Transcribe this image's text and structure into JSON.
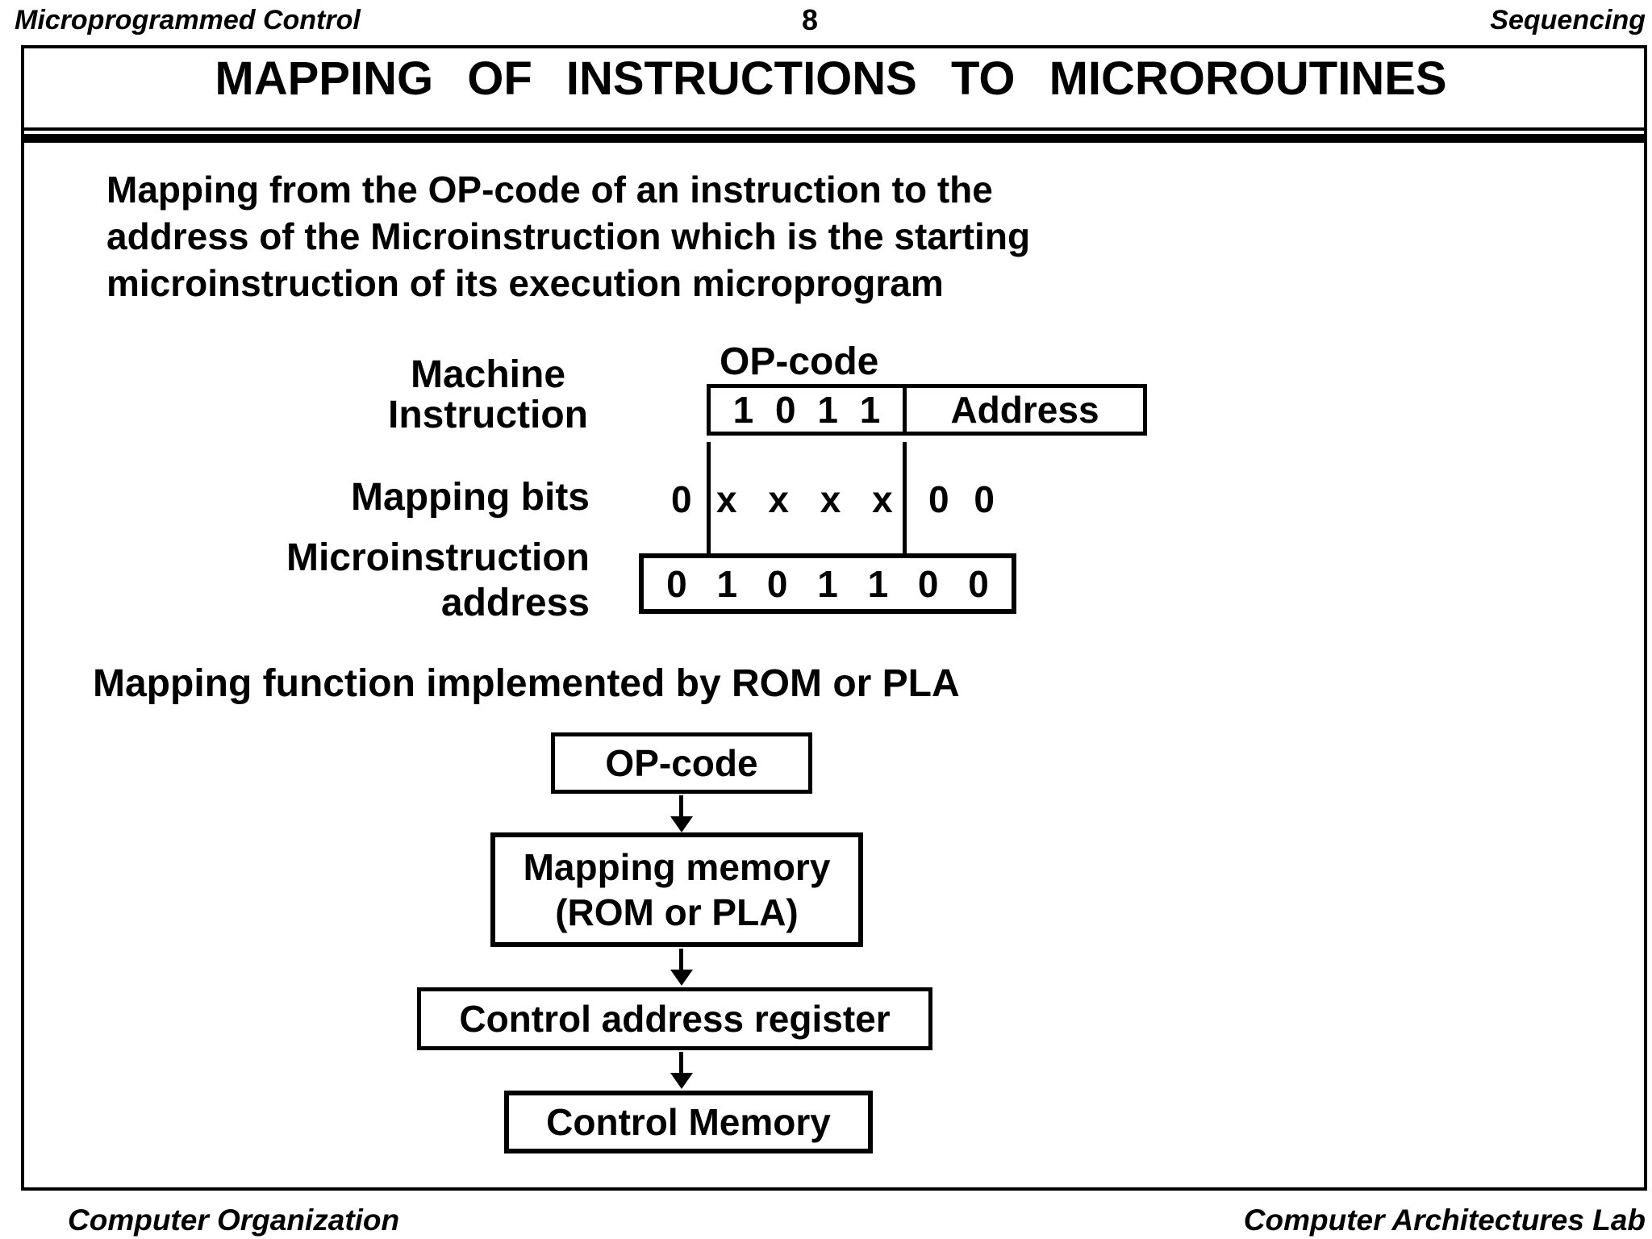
{
  "header": {
    "course": "Microprogrammed Control",
    "page_number": "8",
    "section": "Sequencing"
  },
  "title": "MAPPING OF INSTRUCTIONS TO MICROROUTINES",
  "intro": {
    "lines": [
      "Mapping from the OP-code of an instruction to the",
      "address of the Microinstruction which is the starting",
      "microinstruction of its execution microprogram"
    ]
  },
  "diagram": {
    "machine_instruction_label": [
      "Machine",
      "Instruction"
    ],
    "opcode_label": "OP-code",
    "opcode_bits": "1 0 1 1",
    "address_label": "Address",
    "mapping_bits_label": "Mapping bits",
    "mapping_bits_left": "0",
    "mapping_bits_middle": "x x x x",
    "mapping_bits_right": "0 0",
    "microinstruction_label": [
      "Microinstruction",
      "address"
    ],
    "microinstruction_address_bits": "0 1 0 1 1 0 0"
  },
  "mapping_function_heading": "Mapping function implemented by ROM or PLA",
  "flow": {
    "opcode_box": "OP-code",
    "mapping_memory_line1": "Mapping memory",
    "mapping_memory_line2": "(ROM or PLA)",
    "control_address_register": "Control address register",
    "control_memory": "Control Memory"
  },
  "footer": {
    "left": "Computer Organization",
    "right": "Computer Architectures Lab"
  },
  "colors": {
    "ink": "#000000",
    "background": "#ffffff"
  }
}
